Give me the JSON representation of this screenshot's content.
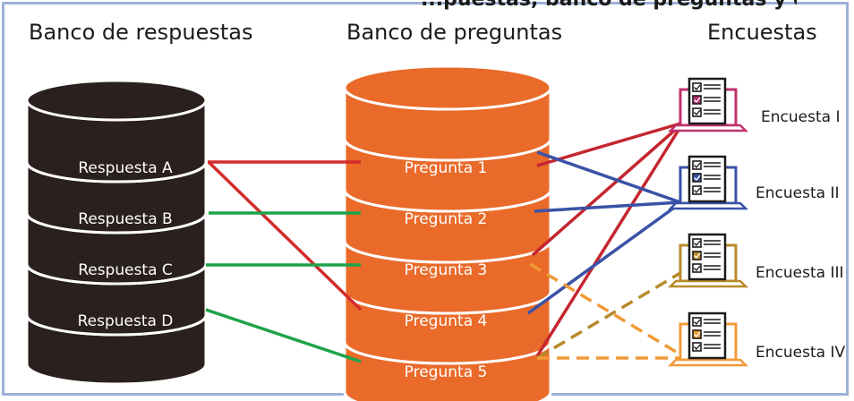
{
  "title_fragment": "...puestas, banco de preguntas y en...",
  "headers": {
    "answers_bank": "Banco de respuestas",
    "questions_bank": "Banco de preguntas",
    "surveys": "Encuestas"
  },
  "answers": [
    "Respuesta A",
    "Respuesta B",
    "Respuesta C",
    "Respuesta D"
  ],
  "questions": [
    "Pregunta 1",
    "Pregunta 2",
    "Pregunta 3",
    "Pregunta 4",
    "Pregunta 5"
  ],
  "surveys": [
    {
      "name": "Encuesta I",
      "color": "#c0306f"
    },
    {
      "name": "Encuesta II",
      "color": "#3a52a6"
    },
    {
      "name": "Encuesta III",
      "color": "#b88a2a"
    },
    {
      "name": "Encuesta IV",
      "color": "#f19a38"
    }
  ],
  "colors": {
    "answers_cylinder": "#2a201d",
    "questions_cylinder": "#ea6a2a",
    "link_answer_red": "#d32b2b",
    "link_answer_green": "#1ea34a",
    "link_survey_red": "#c4262f",
    "link_survey_blue": "#3a52a6",
    "link_survey_gold": "#b88a2a",
    "link_survey_orange": "#f19a38",
    "frame": "#9db1d7"
  }
}
